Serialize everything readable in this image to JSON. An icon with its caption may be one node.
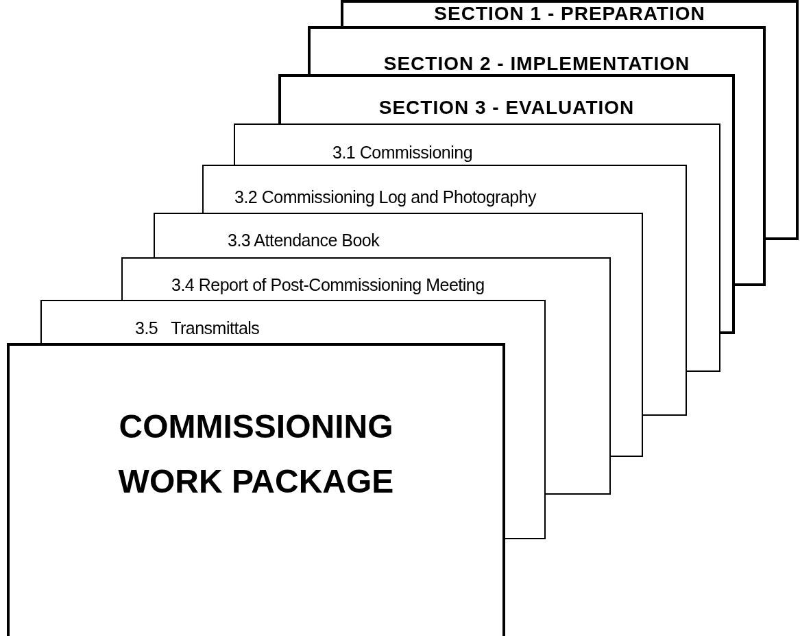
{
  "diagram": {
    "nodes": [
      {
        "text": [
          "SECTION 1 - PREPARATION"
        ]
      },
      {
        "text": [
          "SECTION 2 - IMPLEMENTATION"
        ]
      },
      {
        "text": [
          "SECTION 3 - EVALUATION"
        ]
      },
      {
        "text": [
          "3.1 Commissioning"
        ]
      },
      {
        "text": [
          "3.2 Commissioning Log and Photography"
        ]
      },
      {
        "text": [
          "3.3 Attendance Book"
        ]
      },
      {
        "text": [
          "3.4 Report of Post-Commissioning Meeting"
        ]
      },
      {
        "text": [
          "3.5   Transmittals"
        ]
      },
      {
        "text": [
          "COMMISSIONING WORK PACKAGE"
        ]
      }
    ]
  }
}
